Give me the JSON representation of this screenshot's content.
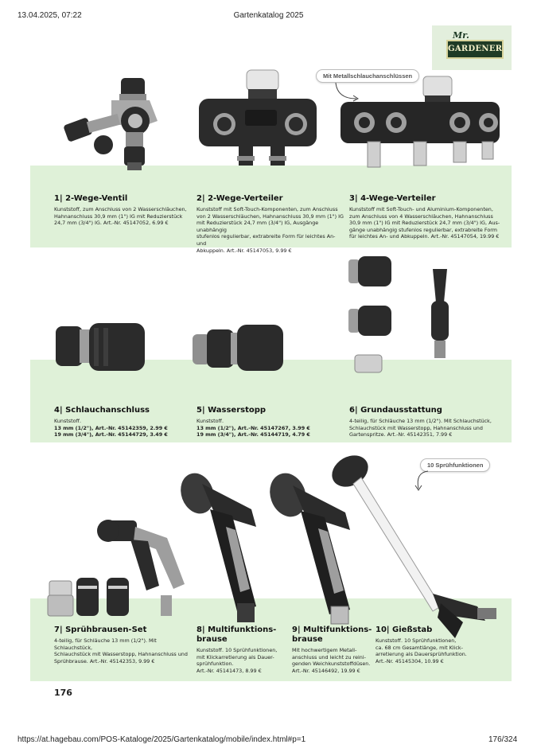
{
  "browser": {
    "datetime": "13.04.2025, 07:22",
    "doc_title": "Gartenkatalog 2025",
    "url": "https://at.hagebau.com/POS-Kataloge/2025/Gartenkatalog/mobile/index.html#p=1",
    "page_count": "176/324"
  },
  "brand": {
    "script": "Mr.",
    "name": "GARDENER"
  },
  "callouts": {
    "metal": "Mit Metallschlauchanschlüssen",
    "spray": "10 Sprühfunktionen"
  },
  "products": [
    {
      "title": "1| 2-Wege-Ventil",
      "lines": [
        "Kunststoff, zum Anschluss von 2 Wasserschläuchen,",
        "Hahnanschluss 30,9 mm (1\") IG mit Reduzierstück",
        "24,7 mm (3/4\") IG. Art.-Nr. 45147052, 6.99 €"
      ]
    },
    {
      "title": "2| 2-Wege-Verteiler",
      "lines": [
        "Kunststoff mit Soft-Touch-Komponenten, zum Anschluss",
        "von 2 Wasserschläuchen, Hahnanschluss 30,9 mm (1\") IG",
        "mit Reduzierstück 24,7 mm (3/4\") IG, Ausgänge unabhängig",
        "stufenlos regulierbar, extrabreite Form für leichtes An- und",
        "Abkuppeln. Art.-Nr. 45147053, 9.99 €"
      ]
    },
    {
      "title": "3| 4-Wege-Verteiler",
      "lines": [
        "Kunststoff mit Soft-Touch- und Aluminium-Komponenten,",
        "zum Anschluss von 4 Wasserschläuchen, Hahnanschluss",
        "30,9 mm (1\") IG mit Reduzierstück 24,7 mm (3/4\") IG, Aus-",
        "gänge unabhängig stufenlos regulierbar, extrabreite Form",
        "für leichtes An- und Abkuppeln. Art.-Nr. 45147054, 19.99 €"
      ]
    },
    {
      "title": "4| Schlauchanschluss",
      "lines": [
        "Kunststoff.",
        "13 mm (1/2\"), Art.-Nr. 45142359, 2.99 €",
        "19 mm (3/4\"), Art.-Nr. 45144729, 3.49 €"
      ]
    },
    {
      "title": "5| Wasserstopp",
      "lines": [
        "Kunststoff.",
        "13 mm (1/2\"), Art.-Nr. 45147267, 3.99 €",
        "19 mm (3/4\"), Art.-Nr. 45144719, 4.79 €"
      ]
    },
    {
      "title": "6| Grundausstattung",
      "lines": [
        "4-teilig, für Schläuche 13 mm (1/2\"). Mit Schlauchstück,",
        "Schlauchstück mit Wasserstopp, Hahnanschluss und",
        "Gartenspritze. Art.-Nr. 45142351, 7.99 €"
      ]
    },
    {
      "title": "7| Sprühbrausen-Set",
      "lines": [
        "4-teilig, für Schläuche 13 mm (1/2\"). Mit Schlauchstück,",
        "Schlauchstück mit Wasserstopp, Hahnanschluss und",
        "Sprühbrause. Art.-Nr. 45142353, 9.99 €"
      ]
    },
    {
      "title": "8| Multifunktions-\nbrause",
      "lines": [
        "Kunststoff. 10 Sprühfunktionen,",
        "mit Klickarretierung als Dauer-",
        "sprühfunktion.",
        "Art.-Nr. 45141473, 8.99 €"
      ]
    },
    {
      "title": "9| Multifunktions-\nbrause",
      "lines": [
        "Mit hochwertigem Metall-",
        "anschluss und leicht zu reini-",
        "genden Weichkunststoffdüsen.",
        "Art.-Nr. 45146492, 19.99 €"
      ]
    },
    {
      "title": "10| Gießstab",
      "lines": [
        "Kunststoff. 10 Sprühfunktionen,",
        "ca. 68 cm Gesamtlänge, mit Klick-",
        "arretierung als Dauersprühfunktion.",
        "Art.-Nr. 45145304, 10.99 €"
      ]
    }
  ],
  "page_number": "176",
  "colors": {
    "band": "#dff1d8",
    "product_dark": "#2b2b2b",
    "product_grey": "#9a9a9a",
    "logo_green": "#1f3b26"
  }
}
